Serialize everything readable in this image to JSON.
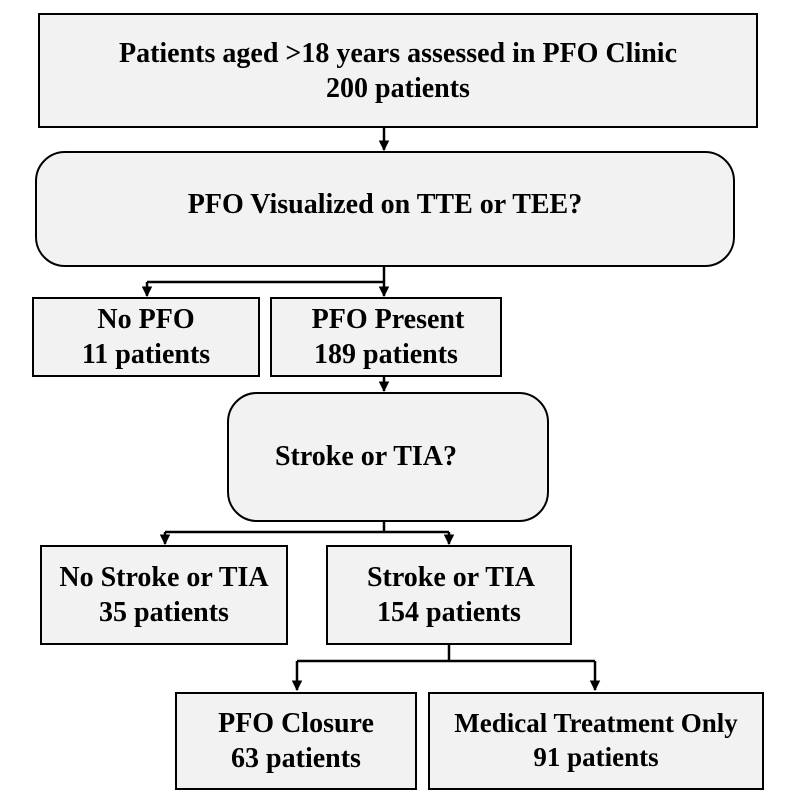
{
  "flowchart": {
    "start": {
      "line1": "Patients aged >18 years assessed in PFO Clinic",
      "line2": "200 patients"
    },
    "question_pfo": {
      "text": "PFO Visualized on TTE or TEE?"
    },
    "no_pfo": {
      "line1": "No PFO",
      "line2": "11 patients"
    },
    "pfo_present": {
      "line1": "PFO Present",
      "line2": "189 patients"
    },
    "question_stroke": {
      "text": "Stroke or TIA?"
    },
    "no_stroke": {
      "line1": "No Stroke or TIA",
      "line2": "35 patients"
    },
    "stroke": {
      "line1": "Stroke or TIA",
      "line2": "154 patients"
    },
    "pfo_closure": {
      "line1": "PFO Closure",
      "line2": "63 patients"
    },
    "medical_treatment": {
      "line1": "Medical Treatment Only",
      "line2": "91 patients"
    }
  },
  "colors": {
    "box_fill": "#f2f2f2",
    "stroke": "#000000",
    "background": "#ffffff"
  }
}
